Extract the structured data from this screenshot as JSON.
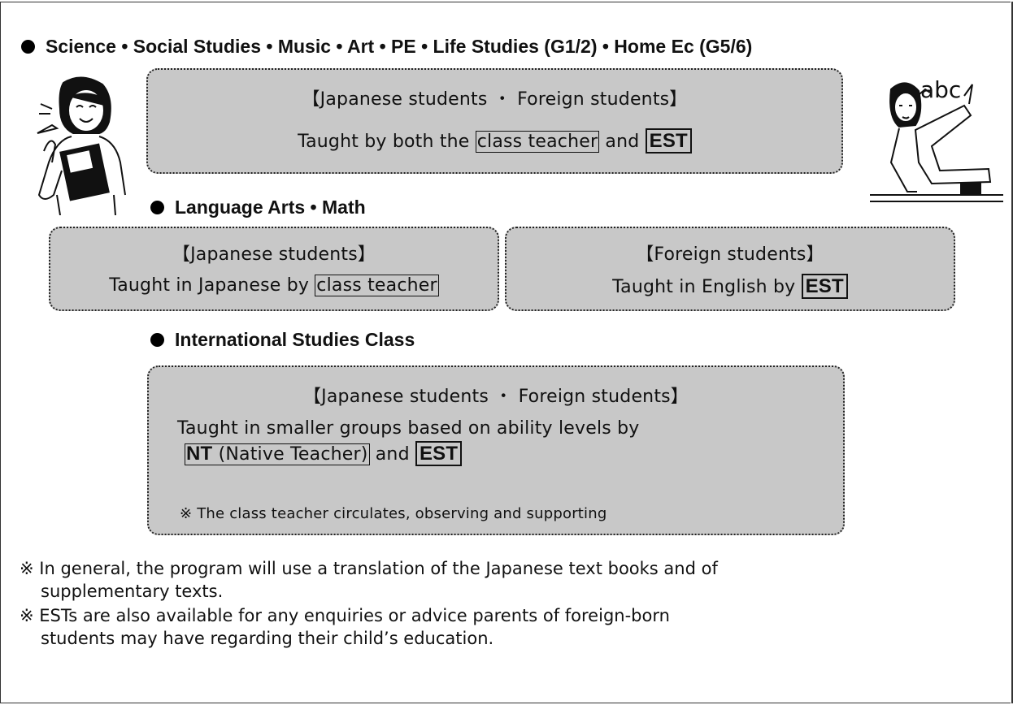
{
  "sections": {
    "general": {
      "heading": "Science • Social Studies • Music • Art • PE • Life Studies (G1/2) • Home Ec (G5/6)",
      "students": "【Japanese students ・ Foreign students】",
      "taught_prefix": "Taught by both the",
      "class_teacher": "class teacher",
      "and": "and",
      "est": "EST"
    },
    "language_math": {
      "heading": "Language Arts • Math",
      "japanese": {
        "students": "【Japanese students】",
        "taught_prefix": "Taught in Japanese by",
        "class_teacher": "class teacher"
      },
      "foreign": {
        "students": "【Foreign students】",
        "taught_prefix": "Taught in English by",
        "est": "EST"
      }
    },
    "international": {
      "heading": "International Studies Class",
      "students": "【Japanese students ・ Foreign students】",
      "line1": "Taught in smaller groups based on ability levels by",
      "nt": "NT",
      "nt_desc": "(Native Teacher)",
      "and": "and",
      "est": "EST",
      "note": "※  The class teacher circulates, observing and supporting"
    }
  },
  "notes": {
    "note1_line1": "※ In general, the program will use a translation of the Japanese text books and of",
    "note1_line2": "supplementary texts.",
    "note2_line1": "※ ESTs are also available for any enquiries or advice parents of foreign-born",
    "note2_line2": "students may have regarding their child’s education."
  },
  "illustrations": {
    "left": "teacher-holding-book-icon",
    "right": "teacher-writing-abc-icon",
    "right_text": "abc"
  }
}
